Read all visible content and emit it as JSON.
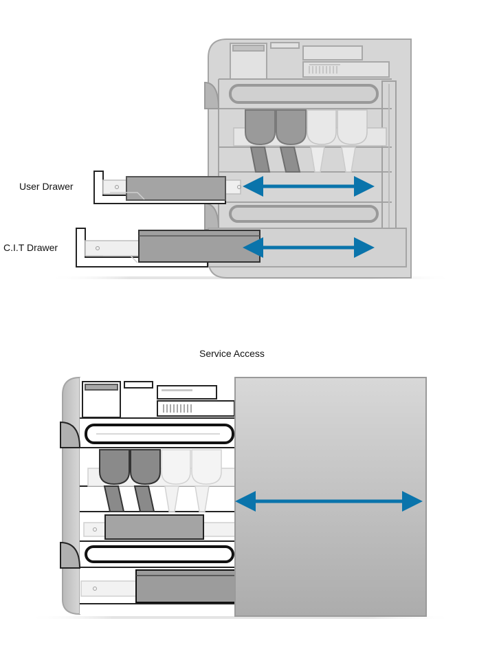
{
  "labels": {
    "user_drawer": "User Drawer",
    "cit_drawer": "C.I.T Drawer",
    "service_access": "Service Access"
  },
  "colors": {
    "arrow": "#0a74ab",
    "cabinet_fill": "#d6d6d6",
    "cabinet_stroke": "#9a9a9a",
    "dark_part": "#8e8e8e",
    "panel_fill": "#bdbdbd"
  },
  "icons": {
    "slide_direction": "double-arrow-horizontal"
  }
}
